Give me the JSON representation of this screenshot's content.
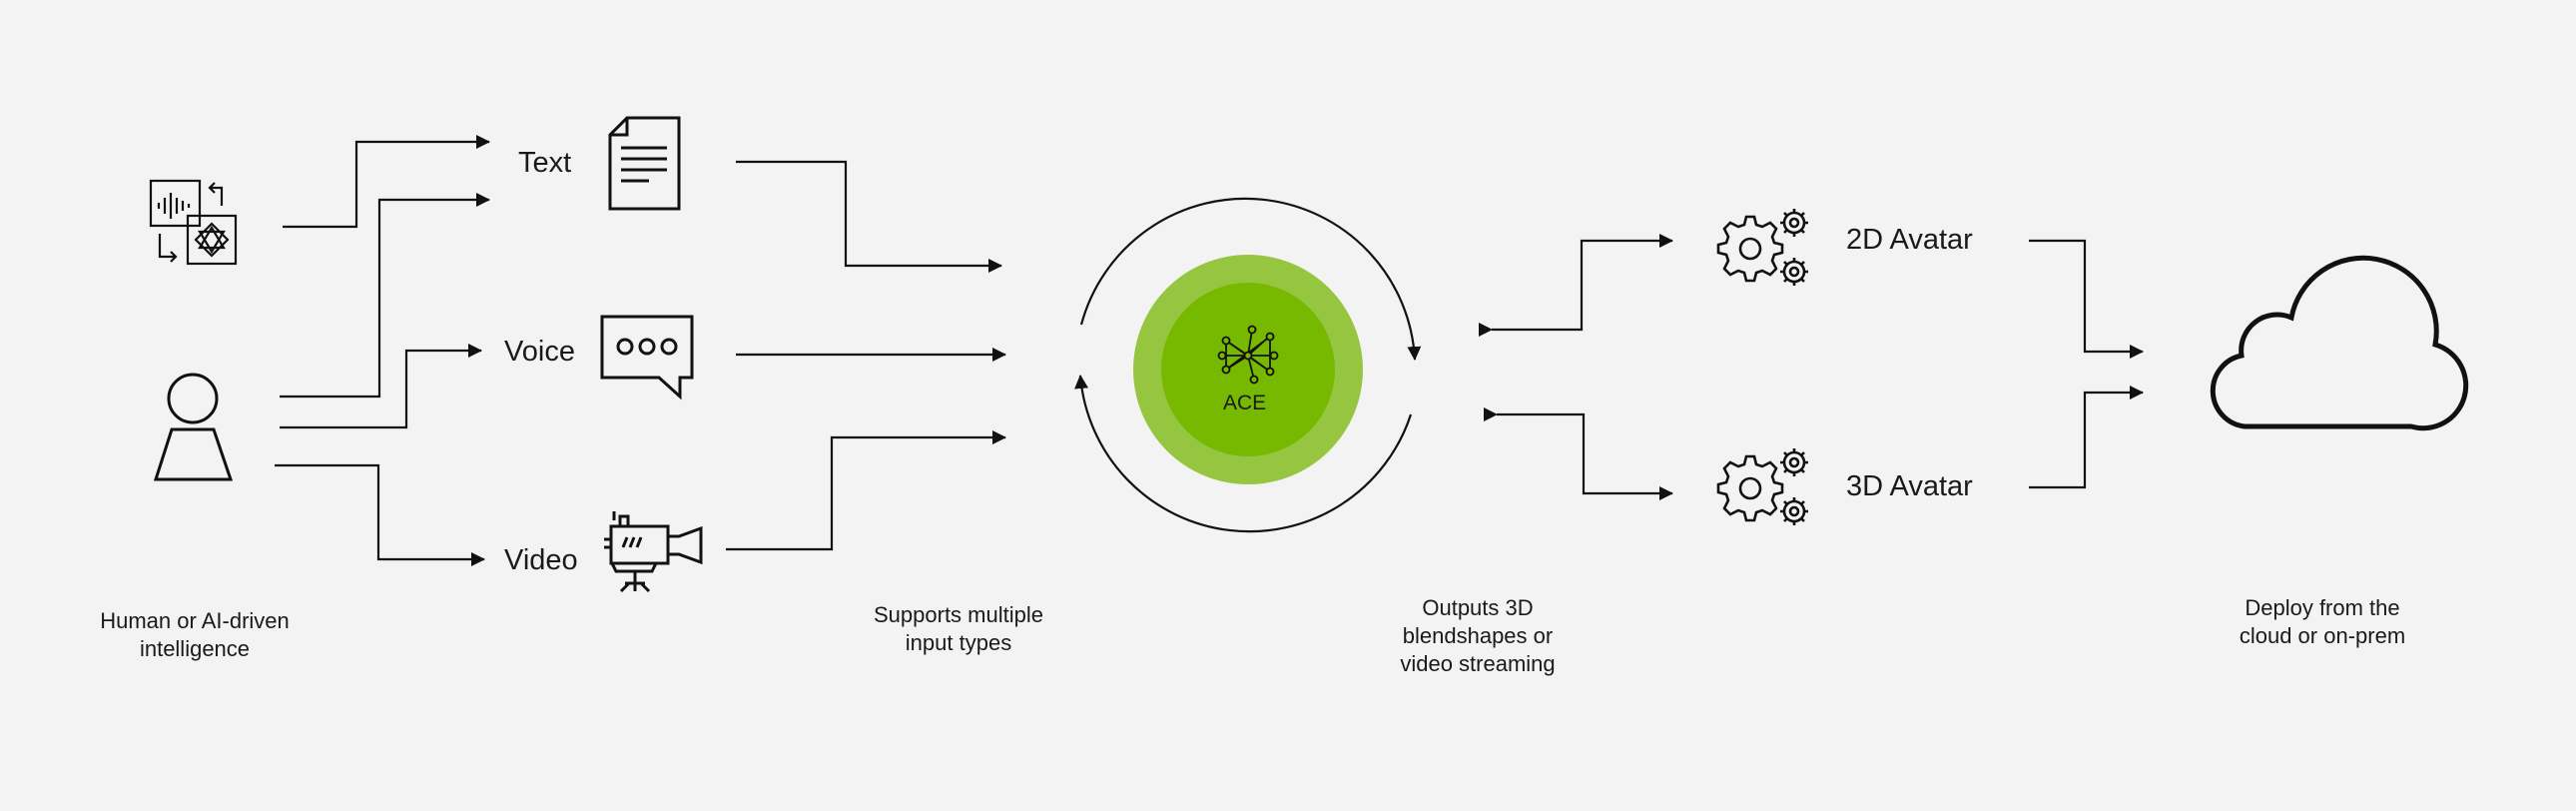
{
  "nodes": {
    "text": "Text",
    "voice": "Voice",
    "video": "Video",
    "ace": "ACE",
    "avatar_2d": "2D Avatar",
    "avatar_3d": "3D Avatar"
  },
  "captions": {
    "intelligence": [
      "Human or AI-driven",
      "intelligence"
    ],
    "inputs": [
      "Supports multiple",
      "input types"
    ],
    "outputs": [
      "Outputs 3D",
      "blendshapes or",
      "video streaming"
    ],
    "deploy": [
      "Deploy from the",
      "cloud or on-prem"
    ]
  },
  "colors": {
    "background": "#f3f3f3",
    "stroke": "#111111",
    "ace_outer": "#96c63f",
    "ace_inner": "#76b900"
  },
  "icons": [
    "ai-agent-icon",
    "person-icon",
    "document-icon",
    "speech-bubble-icon",
    "video-camera-icon",
    "neural-network-icon",
    "gears-icon",
    "cloud-icon"
  ]
}
